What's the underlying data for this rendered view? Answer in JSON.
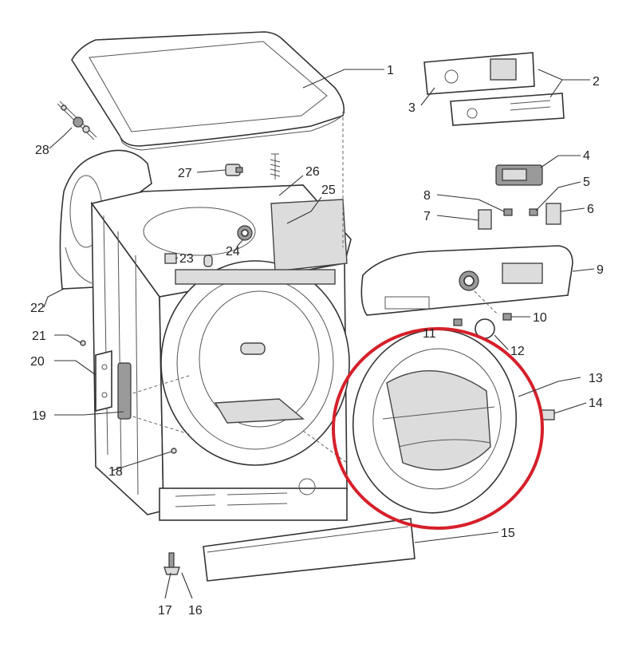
{
  "callouts": {
    "c1": "1",
    "c2": "2",
    "c3": "3",
    "c4": "4",
    "c5": "5",
    "c6": "6",
    "c7": "7",
    "c8": "8",
    "c9": "9",
    "c10": "10",
    "c11": "11",
    "c12": "12",
    "c13": "13",
    "c14": "14",
    "c15": "15",
    "c16": "16",
    "c17": "17",
    "c18": "18",
    "c19": "19",
    "c20": "20",
    "c21": "21",
    "c22": "22",
    "c23": "23",
    "c24": "24",
    "c25": "25",
    "c26": "26",
    "c27": "27",
    "c28": "28"
  },
  "highlight": {
    "color": "#d6202a",
    "target": "13"
  }
}
